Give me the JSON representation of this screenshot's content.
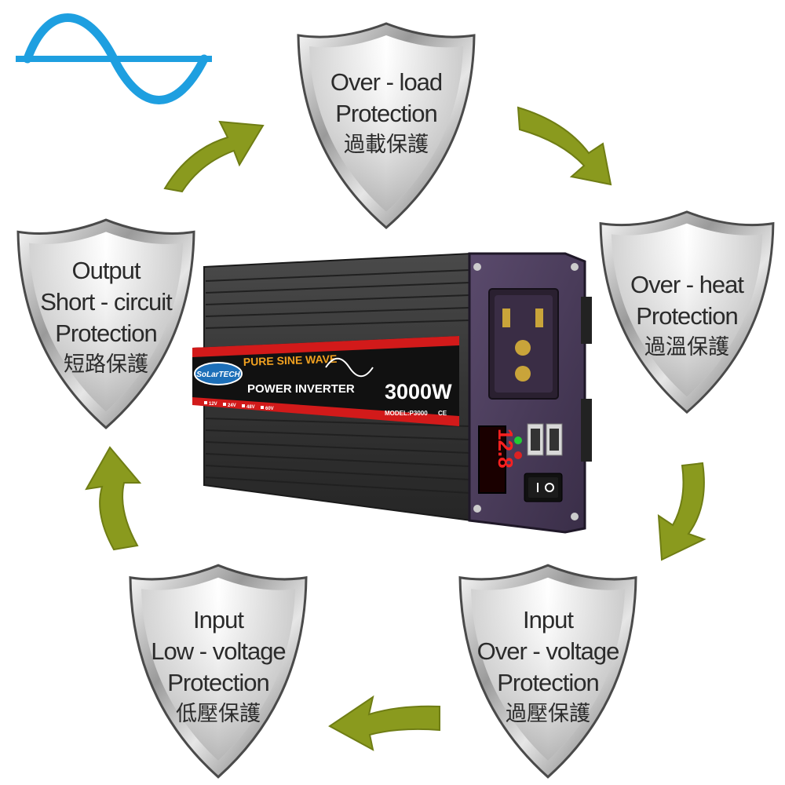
{
  "colors": {
    "arrow_green": "#8a9a1e",
    "sine_blue": "#1e9fe0",
    "shield_silver": "#b7b7b7",
    "inverter_body": "#3a3a3a",
    "panel_purple": "#4a3b5a",
    "banner_red": "#d21a1a",
    "display_red": "#ff2020"
  },
  "icons": {
    "sine": "sine-wave-icon",
    "arrow": "curved-arrow-icon",
    "shield": "shield-icon"
  },
  "shields": [
    {
      "id": "over-load",
      "lines": [
        "Over - load",
        "Protection"
      ],
      "cjk": "過載保護"
    },
    {
      "id": "over-heat",
      "lines": [
        "Over - heat",
        "Protection"
      ],
      "cjk": "過溫保護"
    },
    {
      "id": "input-over-voltage",
      "lines": [
        "Input",
        "Over - voltage",
        "Protection"
      ],
      "cjk": "過壓保護"
    },
    {
      "id": "input-low-voltage",
      "lines": [
        "Input",
        "Low - voltage",
        "Protection"
      ],
      "cjk": "低壓保護"
    },
    {
      "id": "output-short-circuit",
      "lines": [
        "Output",
        "Short - circuit",
        "Protection"
      ],
      "cjk": "短路保護"
    }
  ],
  "inverter": {
    "brand": "SoLarTECH",
    "headline": "PURE SINE WAVE",
    "product": "POWER INVERTER",
    "power": "3000W",
    "model": "MODEL:P3000",
    "cert": "CE",
    "voltages": [
      "12V",
      "24V",
      "48V",
      "60V"
    ],
    "display": "12.8"
  }
}
